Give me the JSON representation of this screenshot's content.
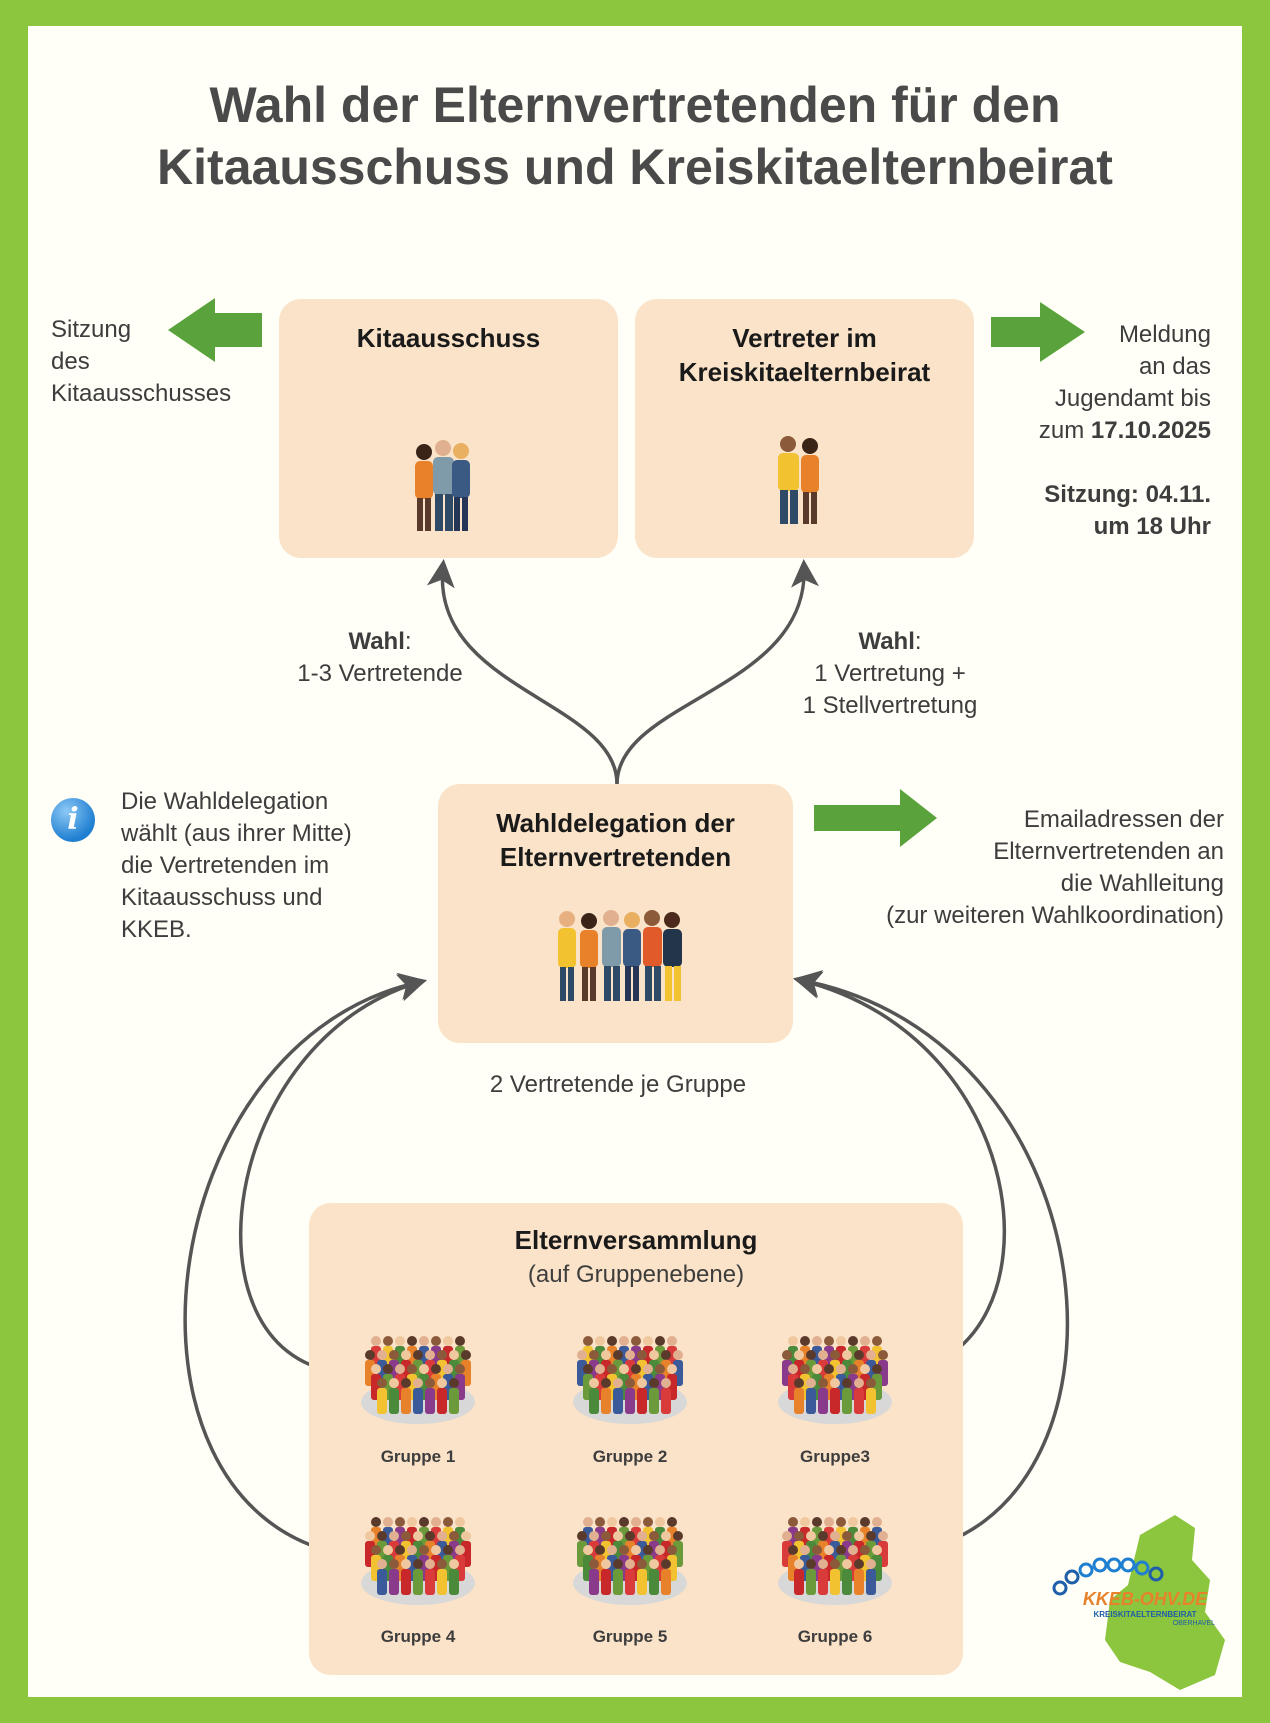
{
  "title": {
    "line1": "Wahl der Elternvertretenden für den",
    "line2": "Kitaausschuss und Kreiskitaelternbeirat"
  },
  "left_note": [
    "Sitzung",
    "des",
    "Kitaausschusses"
  ],
  "right_note": {
    "line1": "Meldung",
    "line2": "an das",
    "line3": "Jugendamt bis",
    "line4_prefix": "zum ",
    "line4_date": "17.10.2025",
    "sitzung_line1": "Sitzung: 04.11.",
    "sitzung_line2": "um 18 Uhr"
  },
  "boxes": {
    "kitaausschuss": {
      "title": "Kitaausschuss"
    },
    "kreis": {
      "line1": "Vertreter im",
      "line2": "Kreiskitaelternbeirat"
    },
    "wahldelegation": {
      "line1": "Wahldelegation der",
      "line2": "Elternvertretenden"
    },
    "elternversammlung": {
      "title": "Elternversammlung",
      "subtitle": "(auf Gruppenebene)"
    }
  },
  "wahl_left": {
    "bold": "Wahl",
    "colon": ":",
    "line2": "1-3 Vertretende"
  },
  "wahl_right": {
    "bold": "Wahl",
    "colon": ":",
    "line2": "1 Vertretung +",
    "line3": "1 Stellvertretung"
  },
  "info_text": [
    "Die Wahldelegation",
    "wählt (aus ihrer Mitte)",
    "die Vertretenden im",
    "Kitaausschuss und",
    "KKEB."
  ],
  "email_text": [
    "Emailadressen der",
    "Elternvertretenden an",
    "die Wahlleitung",
    "(zur weiteren Wahlkoordination)"
  ],
  "per_group": "2 Vertretende je Gruppe",
  "groups": [
    "Gruppe 1",
    "Gruppe 2",
    "Gruppe3",
    "Gruppe 4",
    "Gruppe 5",
    "Gruppe 6"
  ],
  "logo": {
    "main": "KKEB-OHV.DE",
    "sub1": "KREISKITAELTERNBEIRAT",
    "sub2": "OBERHAVEL"
  },
  "colors": {
    "frame": "#8cc63f",
    "box": "#fae3c8",
    "arrow": "#5aa33c",
    "connector": "#555555",
    "info": "#1f7fd1"
  },
  "icons": {
    "info": "info-icon",
    "left_arrow": "arrow-left-icon",
    "right_arrow": "arrow-right-icon",
    "people": "people-icon",
    "crowd": "crowd-icon"
  }
}
